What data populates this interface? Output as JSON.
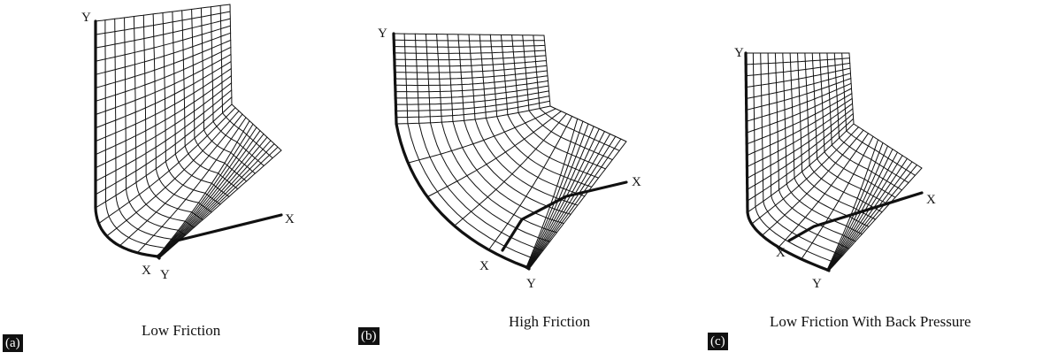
{
  "panels": [
    {
      "tag": "(a)",
      "caption": "Low Friction",
      "labels": {
        "y_top": "Y",
        "x_corner": "X",
        "y_corner": "Y",
        "x_end": "X"
      }
    },
    {
      "tag": "(b)",
      "caption": "High Friction",
      "labels": {
        "y_top": "Y",
        "x_corner": "X",
        "y_corner": "Y",
        "x_end": "X"
      }
    },
    {
      "tag": "(c)",
      "caption": "Low Friction With Back Pressure",
      "labels": {
        "y_top": "Y",
        "x_corner": "X",
        "y_corner": "Y",
        "x_end": "X"
      }
    }
  ]
}
